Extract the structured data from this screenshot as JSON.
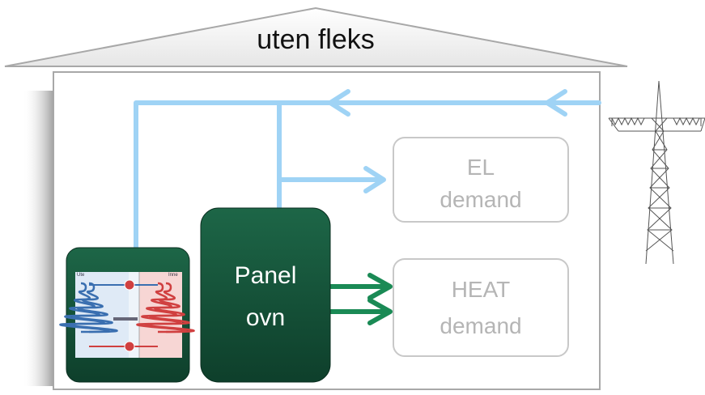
{
  "title": "uten fleks",
  "el_demand": {
    "line1": "EL",
    "line2": "demand"
  },
  "heat_demand": {
    "line1": "HEAT",
    "line2": "demand"
  },
  "panel_ovn": {
    "line1": "Panel",
    "line2": "ovn"
  },
  "heat_pump": {
    "left_label": "Ute",
    "right_label": "Inne"
  },
  "colors": {
    "electric_flow": "#9fd3f5",
    "heat_flow": "#1a8a55",
    "device_fill": "#134d35",
    "demand_box_border": "#c8c8c8",
    "house_border": "#a8a8a8"
  },
  "icons": [
    "power-pylon-icon",
    "heat-pump-schematic-icon",
    "arrow-icon"
  ]
}
